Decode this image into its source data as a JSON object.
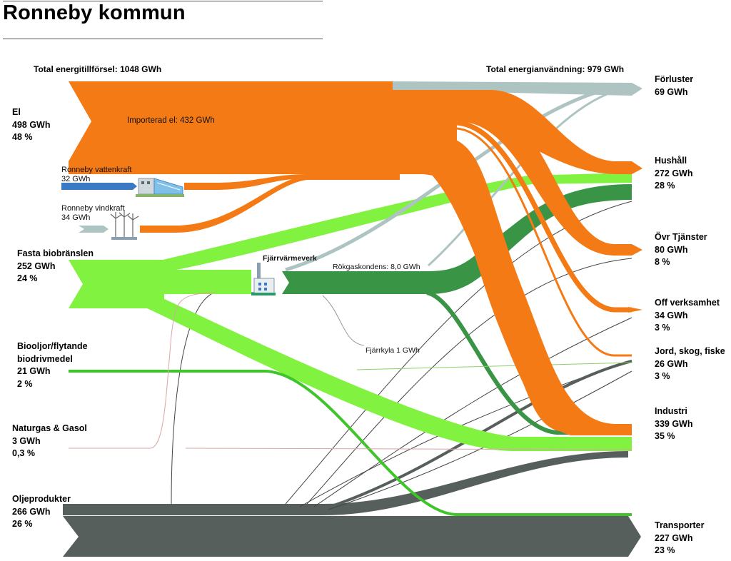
{
  "title": "Ronneby kommun",
  "total_supply": "Total energitillförsel: 1048 GWh",
  "total_use": "Total energianvändning: 979 GWh",
  "sources": {
    "el": {
      "name": "El",
      "value": "498 GWh",
      "share": "48 %"
    },
    "fasta": {
      "name": "Fasta biobränslen",
      "value": "252 GWh",
      "share": "24 %"
    },
    "bioolja": {
      "name1": "Biooljor/flytande",
      "name2": "biodrivmedel",
      "value": "21 GWh",
      "share": "2 %"
    },
    "naturgas": {
      "name": "Naturgas & Gasol",
      "value": "3 GWh",
      "share": "0,3 %"
    },
    "olja": {
      "name": "Oljeprodukter",
      "value": "266 GWh",
      "share": "26 %"
    }
  },
  "sub_sources": {
    "vattenkraft": {
      "name": "Ronneby vattenkraft",
      "value": "32 GWh"
    },
    "vindkraft": {
      "name": "Ronneby vindkraft",
      "value": "34 GWh"
    }
  },
  "flow_labels": {
    "importerad": "Importerad el: 432 GWh",
    "fjarrvarmeverk": "Fjärrvärmeverk",
    "rokgas": "Rökgaskondens: 8,0 GWh",
    "fjarrkyla": "Fjärrkyla 1 GWh"
  },
  "sinks": {
    "forluster": {
      "name": "Förluster",
      "value": "69 GWh"
    },
    "hushall": {
      "name": "Hushåll",
      "value": "272 GWh",
      "share": "28 %"
    },
    "ovr": {
      "name": "Övr Tjänster",
      "value": "80 GWh",
      "share": "8 %"
    },
    "off": {
      "name": "Off verksamhet",
      "value": "34 GWh",
      "share": "3 %"
    },
    "jord": {
      "name": "Jord, skog, fiske",
      "value": "26 GWh",
      "share": "3 %"
    },
    "industri": {
      "name": "Industri",
      "value": "339 GWh",
      "share": "35 %"
    },
    "transport": {
      "name": "Transporter",
      "value": "227 GWh",
      "share": "23 %"
    }
  },
  "colors": {
    "el": "#f47a16",
    "bio": "#80f23f",
    "bioolja": "#3fc52a",
    "fjarrvarme": "#3a9445",
    "olja": "#575f5c",
    "loss": "#aec4c3",
    "vatten": "#3a7ac4",
    "gas": "#d9a6a6"
  },
  "icons": [
    "hydro-plant-icon",
    "wind-turbine-icon",
    "district-heating-plant-icon"
  ]
}
